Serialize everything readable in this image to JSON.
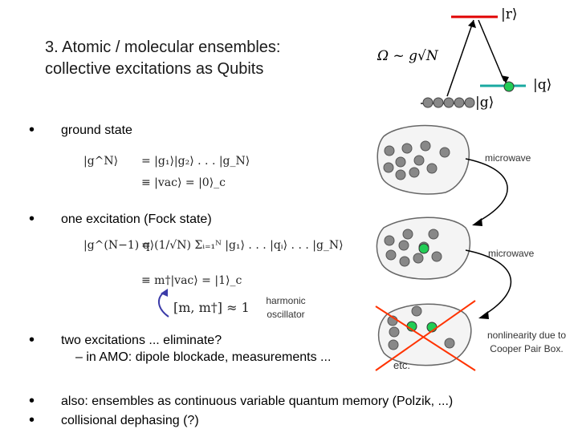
{
  "title": {
    "line1": "3. Atomic / molecular ensembles:",
    "line2": "collective excitations as Qubits"
  },
  "level_diagram": {
    "rabi_label": "Ω ~ g√N",
    "upper_state": "|r⟩",
    "q_state": "|q⟩",
    "ground_state": "|g⟩",
    "colors": {
      "upper": "#e00000",
      "q_level": "#19a9a0",
      "atom_gray": "#888888",
      "atom_green": "#22cc55",
      "cross": "#ff3300"
    }
  },
  "bullets": {
    "b1": "ground state",
    "b2": "one excitation (Fock state)",
    "b3": "two excitations ... eliminate?",
    "b3_sub": "– in AMO: dipole blockade, measurements ...",
    "b4": "also: ensembles as continuous variable quantum memory (Polzik, ...)",
    "b5": "collisional dephasing (?)",
    "dot": "•"
  },
  "equations": {
    "e1_lhs": "|g^N⟩",
    "e1_rhs": "=  |g₁⟩|g₂⟩ . . . |g_N⟩",
    "e2": "≡  |vac⟩ = |0⟩_c",
    "e3_lhs": "|g^(N−1) q⟩",
    "e3_rhs": "=  (1/√N) Σᵢ₌₁ᴺ |g₁⟩ . . . |qᵢ⟩ . . . |g_N⟩",
    "e4": "≡  m†|vac⟩ = |1⟩_c",
    "e5": "[m, m†] ≈ 1"
  },
  "labels": {
    "microwave1": "microwave",
    "microwave2": "microwave",
    "harmonic1": "harmonic",
    "harmonic2": "oscillator",
    "nonlin1": "nonlinearity due to",
    "nonlin2": "Cooper Pair Box.",
    "etc": "etc."
  }
}
